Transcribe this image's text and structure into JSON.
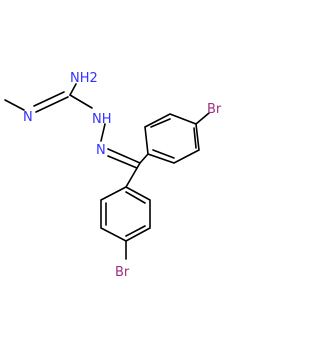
{
  "molecule": {
    "atom_labels": {
      "nh2": "NH2",
      "n_imine": "N",
      "nh": "NH",
      "n_hydrazone": "N",
      "br_top": "Br",
      "br_bottom": "Br"
    }
  },
  "colors": {
    "bond": "#000000",
    "nitrogen": "#3333ff",
    "bromine": "#a0307d",
    "background": "#ffffff"
  }
}
